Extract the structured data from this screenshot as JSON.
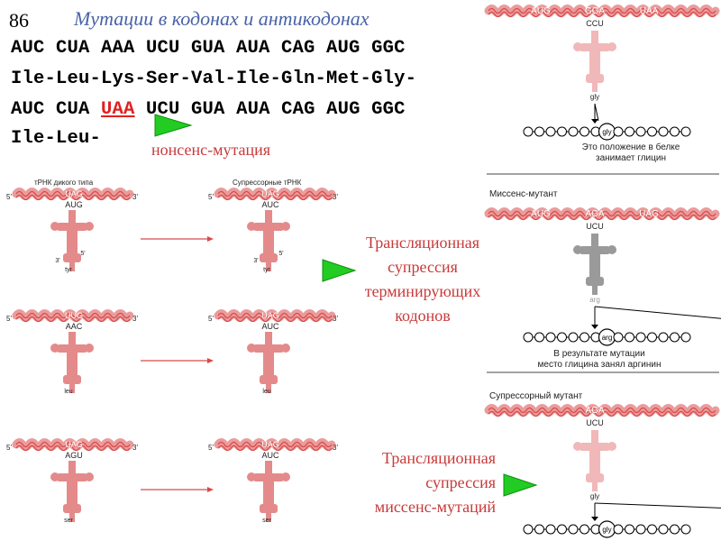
{
  "slide": {
    "number": "86",
    "title": "Мутации в кодонах и антикодонах"
  },
  "sequences": {
    "line1": "AUC CUA AAA UCU GUA AUA CAG AUG GGC",
    "line2": "Ile-Leu-Lys-Ser-Val-Ile-Gln-Met-Gly-",
    "line3_before": "AUC CUA ",
    "line3_mutation": "UAA",
    "line3_after": " UCU GUA AUA CAG AUG GGC",
    "line4": "Ile-Leu-"
  },
  "captions": {
    "nonsense": "нонсенс-мутация",
    "termination_suppression": [
      "Трансляционная",
      "супрессия",
      "терминирующих",
      "кодонов"
    ],
    "missense_suppression": [
      "Трансляционная",
      "супрессия",
      "миссенс-мутаций"
    ]
  },
  "trna_panel": {
    "wild_type_label": "тРНК дикого типа",
    "suppressor_label": "Супрессорные тРНК",
    "five_prime": "5'",
    "three_prime": "3'",
    "rows": [
      {
        "left_codon": "UAG",
        "left_anticodon": "AUG",
        "left_aa": "tyr",
        "right_codon": "UAG",
        "right_anticodon": "AUC",
        "right_aa": "tyr"
      },
      {
        "left_codon": "UUG",
        "left_anticodon": "AAC",
        "left_aa": "leu",
        "right_codon": "UAG",
        "right_anticodon": "AUC",
        "right_aa": "leu"
      },
      {
        "left_codon": "UAG",
        "left_anticodon": "AGU",
        "left_aa": "ser",
        "right_codon": "UAG",
        "right_anticodon": "AUC",
        "right_aa": "ser"
      }
    ]
  },
  "right_panel": {
    "top": {
      "codons": [
        "AUG",
        "GGA",
        "UAA"
      ],
      "anticodon": "CCU",
      "aa": "gly",
      "bead_label": "gly",
      "note": [
        "Это положение в белке",
        "занимает глицин"
      ]
    },
    "middle": {
      "title": "Миссенс-мутант",
      "codons": [
        "AUG",
        "AGA",
        "UAG"
      ],
      "anticodon": "UCU",
      "aa": "arg",
      "bead_label": "arg",
      "note": [
        "В результате мутации",
        "место глицина занял аргинин"
      ]
    },
    "bottom": {
      "title": "Супрессорный мутант",
      "codons": [
        "AGA"
      ],
      "anticodon": "UCU",
      "aa": "gly",
      "bead_label": "gly"
    }
  },
  "colors": {
    "title": "#4a63a8",
    "caption": "#c83a3a",
    "mutation": "#e02020",
    "mrna": "#d94a4a",
    "trna_pink": "#e48a8a",
    "trna_light": "#f0b8b8",
    "trna_gray": "#9a9a9a",
    "green_arrow": "#22cc22"
  }
}
